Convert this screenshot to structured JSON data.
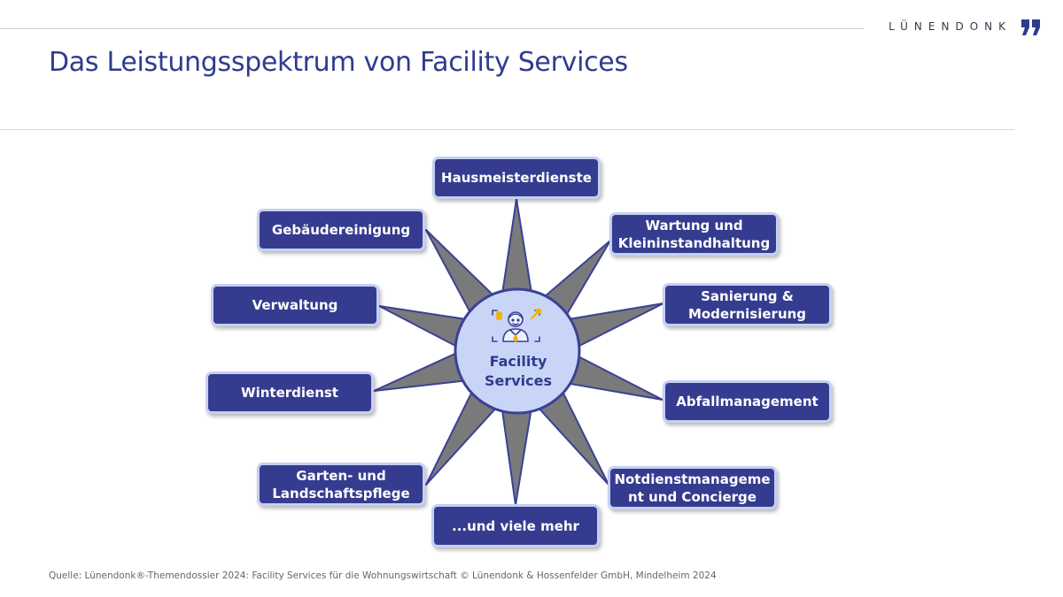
{
  "brand": {
    "name": "LÜNENDONK"
  },
  "page": {
    "title": "Das Leistungsspektrum von Facility Services"
  },
  "diagram": {
    "hub": {
      "line1": "Facility",
      "line2": "Services",
      "icon": "facility-manager-icon"
    },
    "nodes": [
      {
        "id": "hausmeister",
        "lines": [
          "Hausmeisterdienste"
        ]
      },
      {
        "id": "wartung",
        "lines": [
          "Wartung und",
          "Kleininstandhaltung"
        ]
      },
      {
        "id": "sanierung",
        "lines": [
          "Sanierung &",
          "Modernisierung"
        ]
      },
      {
        "id": "abfall",
        "lines": [
          "Abfallmanagement"
        ]
      },
      {
        "id": "notdienst",
        "lines": [
          "Notdienstmanageme",
          "nt und Concierge"
        ]
      },
      {
        "id": "mehr",
        "lines": [
          "...und viele mehr"
        ]
      },
      {
        "id": "garten",
        "lines": [
          "Garten- und",
          "Landschaftspflege"
        ]
      },
      {
        "id": "winter",
        "lines": [
          "Winterdienst"
        ]
      },
      {
        "id": "verwaltung",
        "lines": [
          "Verwaltung"
        ]
      },
      {
        "id": "reinigung",
        "lines": [
          "Gebäudereinigung"
        ]
      }
    ],
    "colors": {
      "box": "#353c8f",
      "box_border": "#c5cff3",
      "hub_fill": "#c9d5f6",
      "spoke": "#7a7a7a",
      "accent": "#f0b400"
    }
  },
  "footer": {
    "source": "Quelle: Lünendonk®-Themendossier 2024: Facility Services für die Wohnungswirtschaft © Lünendonk & Hossenfelder GmbH, Mindelheim 2024"
  }
}
